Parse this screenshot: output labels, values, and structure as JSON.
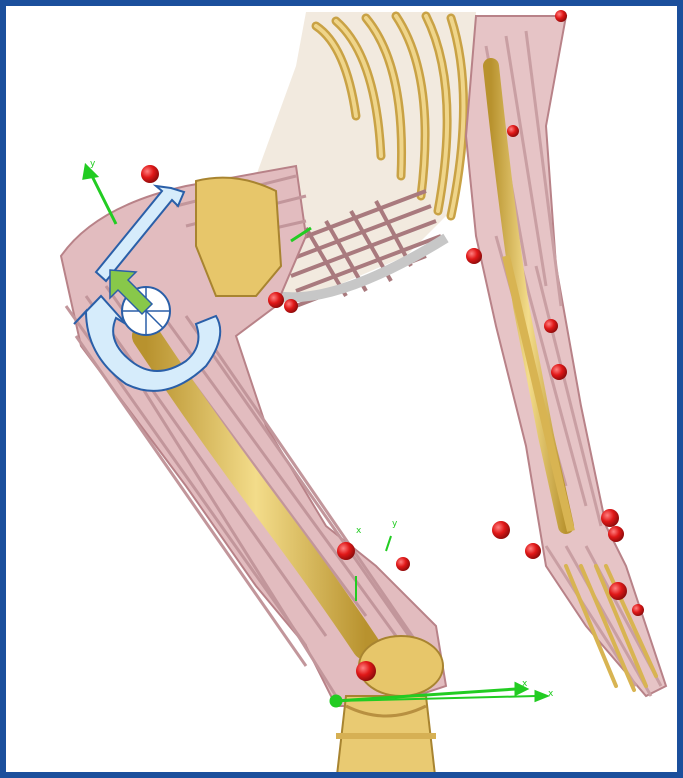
{
  "viewport": {
    "frame_color": "#1b4f9c",
    "background": "#ffffff"
  },
  "colors": {
    "muscle": "#dcb0b4",
    "muscle_stroke": "#b88288",
    "bone": "#e8c868",
    "bone_stroke": "#a88430",
    "marker": "#e01818",
    "axis": "#22cc22",
    "manipulator_fill": "#d6ecfb",
    "manipulator_stroke": "#2a5fa8",
    "manipulator_center": "#88c84a"
  },
  "axis_labels": {
    "shoulder_y": "y",
    "elbow_y": "y",
    "elbow_x": "x",
    "wrist_x": "x",
    "wrist_x2": "x"
  },
  "icons": {
    "rotate_handle": "curved-arrow-rotate-icon",
    "move_handle": "arrow-move-icon",
    "translate_handle": "green-diagonal-arrow-icon"
  }
}
